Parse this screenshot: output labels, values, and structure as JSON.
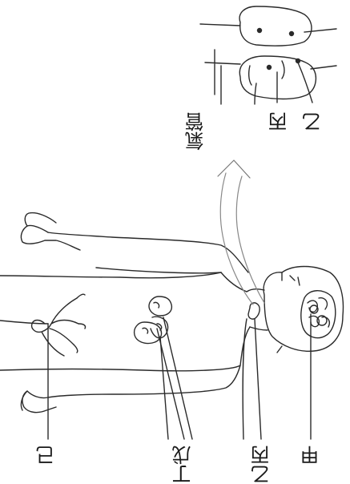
{
  "diagram": {
    "label_jia": "甲",
    "label_yi_bing": "乙丙",
    "label_ding_wu": "丁戊",
    "label_ji": "己",
    "inset_label_yi": "乙",
    "inset_label_bing": "丙",
    "inset_label_trachea": "氣管"
  }
}
